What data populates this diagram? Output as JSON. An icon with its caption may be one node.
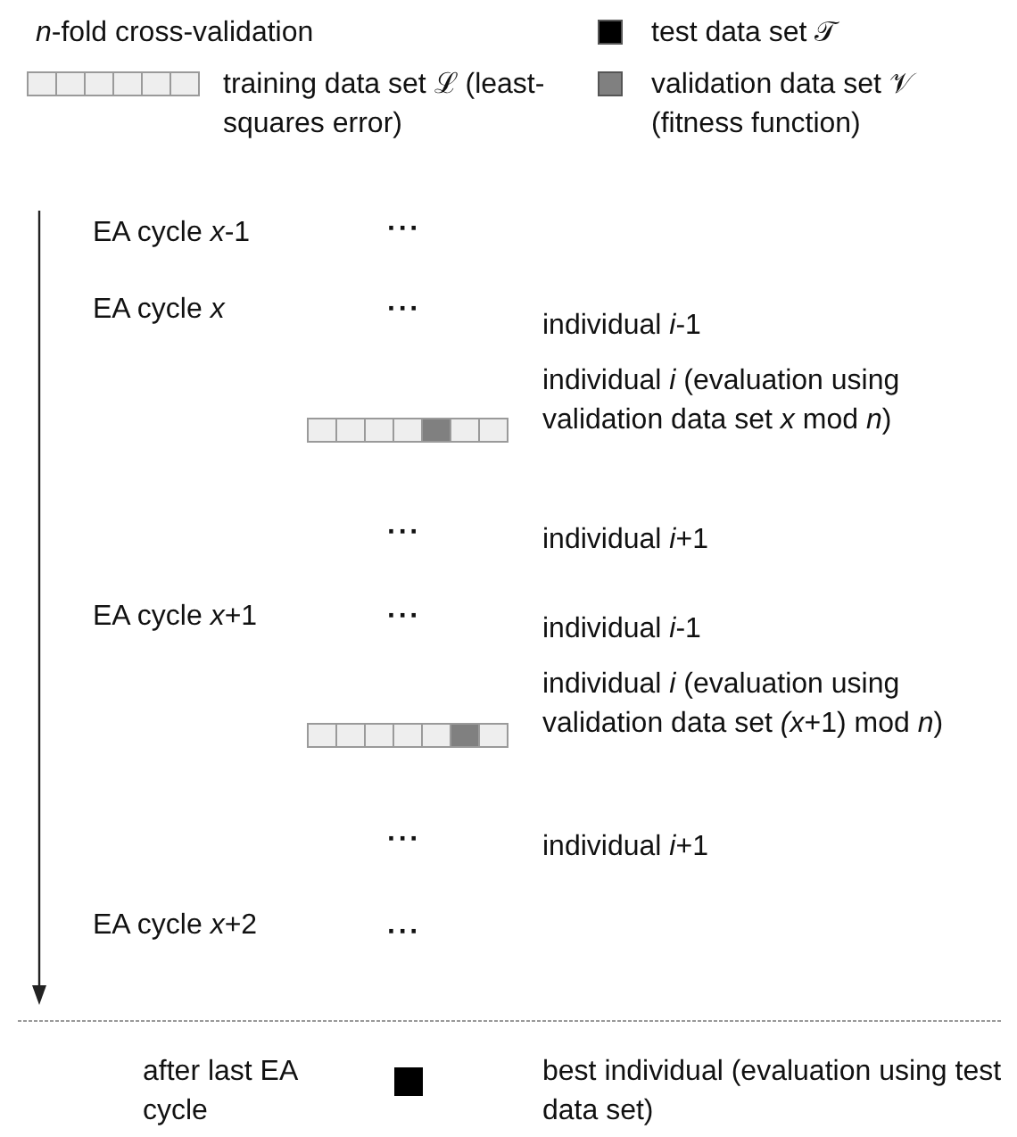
{
  "diagram": {
    "labels": [
      "*n*-fold cross-validation",
      "EA cycle *x*-1",
      "···",
      "EA cycle *x*",
      "···",
      "individual *i*-1",
      "individual *i* (evaluation using validation data set *x* mod *n*)",
      "···",
      "individual *i*+1",
      "EA cycle *x*+1",
      "···",
      "individual *i*-1",
      "individual *i* (evaluation using validation data set *(x*+1) mod *n*)",
      "···",
      "individual *i*+1",
      "EA cycle *x*+2",
      "···",
      "after last EA cycle",
      "best individual (evaluation using test data set)"
    ],
    "legend": [
      {
        "text": "test data set 𝒯",
        "color": "#000000"
      },
      {
        "text": "training data set ℒ (least-squares error)"
      },
      {
        "text": "validation data set 𝒱 (fitness function)",
        "color": "#808080"
      }
    ]
  }
}
